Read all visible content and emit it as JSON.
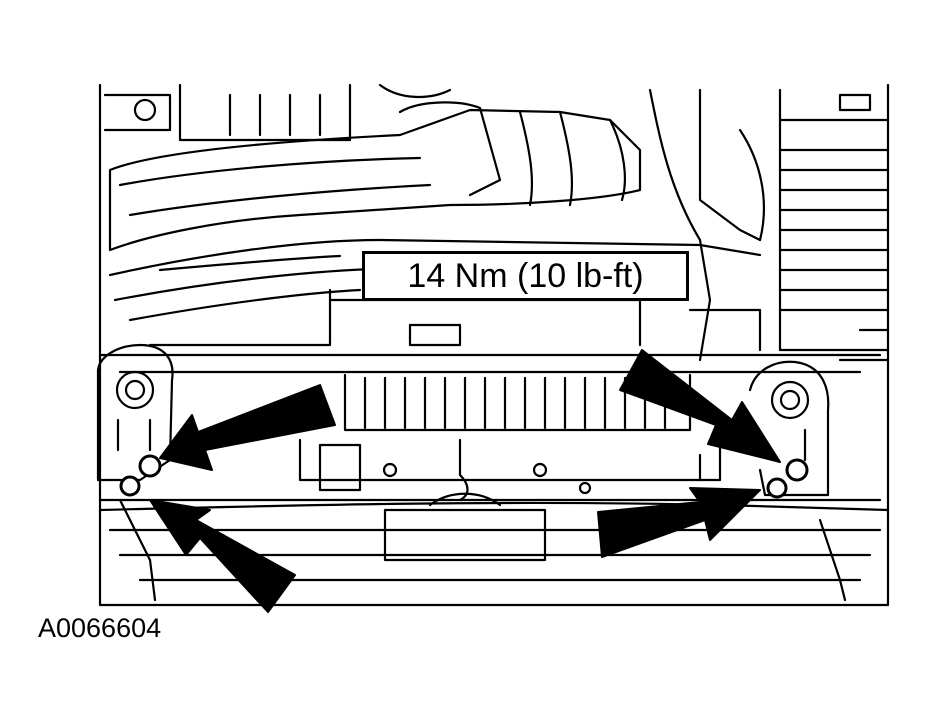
{
  "diagram": {
    "torque_label": "14 Nm (10 lb-ft)",
    "figure_id": "A0066604",
    "arrow_count": 4,
    "line_color": "#000000",
    "background_color": "#ffffff"
  }
}
